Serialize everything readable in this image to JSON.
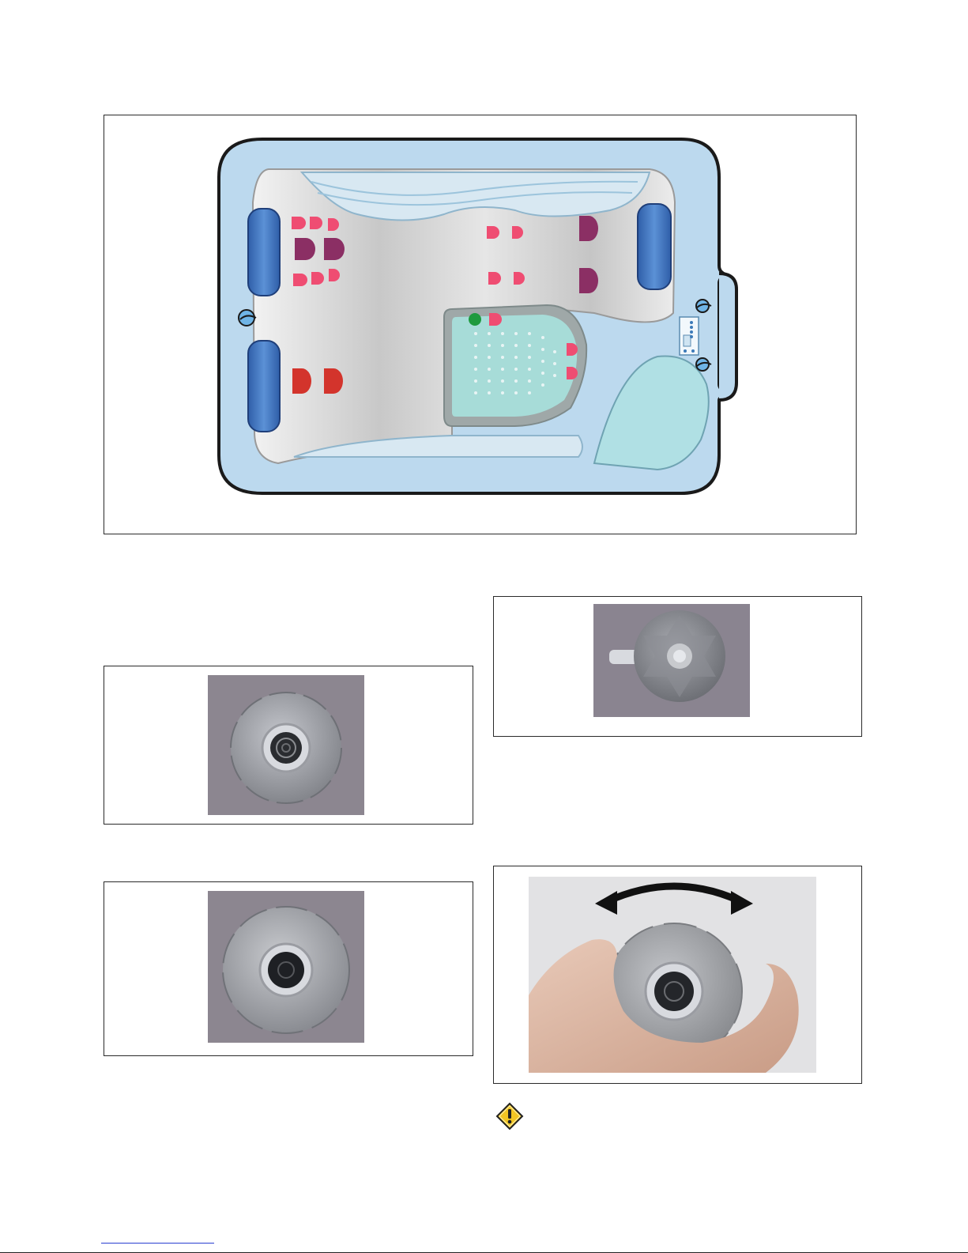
{
  "page": {
    "figures": [
      {
        "id": "spa-diagram",
        "kind": "spa top-view layout illustration"
      },
      {
        "id": "jet-photo-a",
        "kind": "photo of spa jet face, closed position"
      },
      {
        "id": "jet-photo-b",
        "kind": "photo of spa jet face, open position"
      },
      {
        "id": "jet-photo-c",
        "kind": "photo of jet body removed from wall"
      },
      {
        "id": "jet-photo-d",
        "kind": "photo of hand rotating jet face"
      }
    ],
    "icons": [
      "warning-icon",
      "rotate-arrow-icon"
    ],
    "colors": {
      "spa_shell": "#bcd9ee",
      "spa_interior": "#cfcfcf",
      "pillow": "#4a7fc4",
      "footwell": "#a7dcd8",
      "jet_pink": "#ef4d72",
      "jet_purple": "#8b2f64",
      "jet_red": "#d3342c",
      "warning_yellow": "#f3c623"
    }
  }
}
